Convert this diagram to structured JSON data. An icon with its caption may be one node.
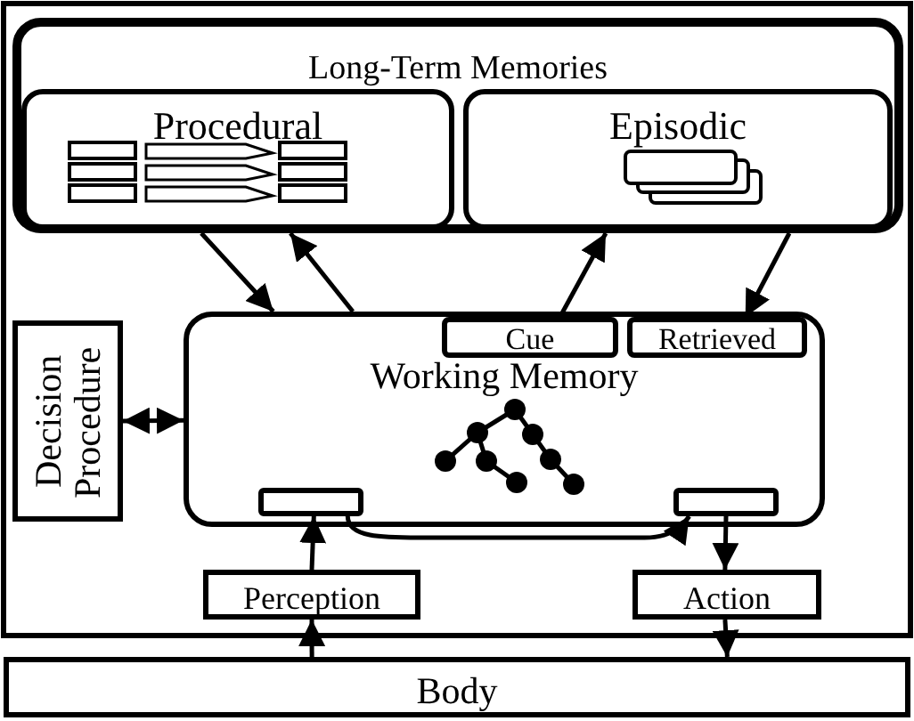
{
  "diagram": {
    "nodes": [
      {
        "text": [
          "Long-Term Memories"
        ]
      },
      {
        "text": [
          "Procedural"
        ],
        "in": 0
      },
      {
        "text": [
          "Episodic"
        ],
        "in": 0
      },
      {
        "text": [
          "Decision Procedure"
        ]
      },
      {
        "text": [
          "Working Memory"
        ]
      },
      {
        "text": [
          "Cue"
        ],
        "in": 4
      },
      {
        "text": [
          "Retrieved"
        ],
        "in": 4
      },
      {
        "text": [],
        "shape": "box",
        "in": 4
      },
      {
        "text": [],
        "shape": "box",
        "in": 4
      },
      {
        "text": [
          "Perception"
        ]
      },
      {
        "text": [
          "Action"
        ]
      },
      {
        "text": [
          "Body"
        ]
      }
    ],
    "edges": [
      {
        "from": 0,
        "to": 4,
        "arrow": "to"
      },
      {
        "from": 4,
        "to": 0,
        "arrow": "to"
      },
      {
        "from": 5,
        "to": 0,
        "arrow": "to"
      },
      {
        "from": 0,
        "to": 6,
        "arrow": "to"
      },
      {
        "from": 3,
        "to": 4,
        "arrow": "both"
      },
      {
        "from": 9,
        "to": 7,
        "arrow": "to"
      },
      {
        "from": 7,
        "to": 8,
        "arrow": "to"
      },
      {
        "from": 8,
        "to": 10,
        "arrow": "to"
      },
      {
        "from": 11,
        "to": 9,
        "arrow": "to"
      },
      {
        "from": 10,
        "to": 11,
        "arrow": "to"
      }
    ]
  }
}
